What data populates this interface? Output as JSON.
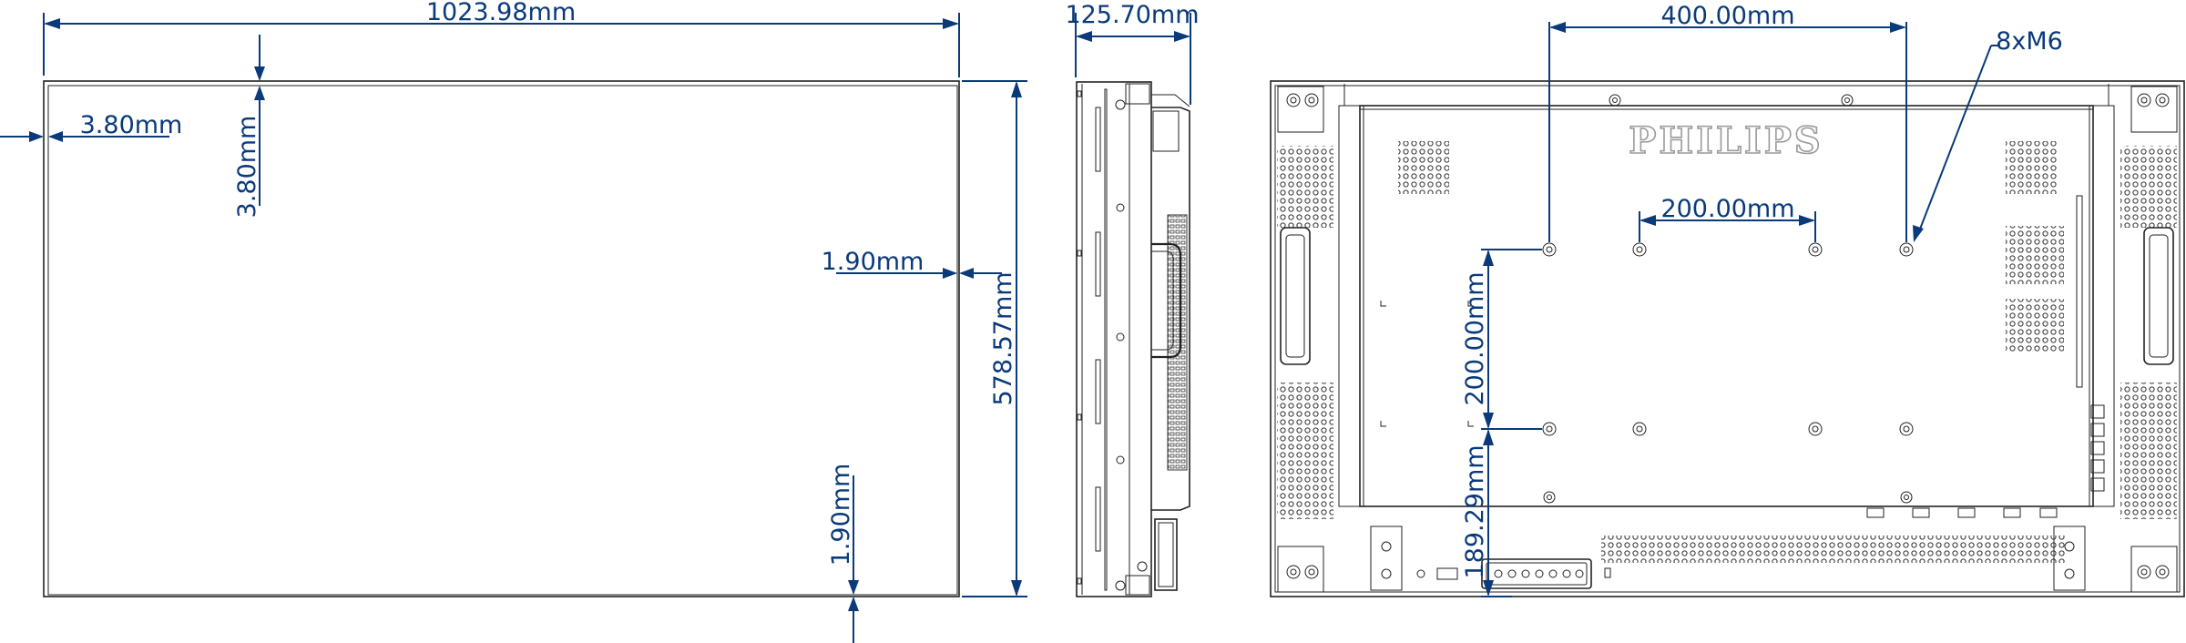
{
  "brand": "PHILIPS",
  "front_view": {
    "width_label": "1023.98mm",
    "height_label": "578.57mm",
    "bezel_left_label": "3.80mm",
    "bezel_top_label": "3.80mm",
    "bezel_right_label": "1.90mm",
    "bezel_bottom_label": "1.90mm"
  },
  "side_view": {
    "depth_label": "125.70mm"
  },
  "rear_view": {
    "vesa_width_label": "400.00mm",
    "vesa_inner_width_label": "200.00mm",
    "vesa_height_label": "200.00mm",
    "bottom_offset_label": "189.29mm",
    "screw_label": "8xM6"
  }
}
